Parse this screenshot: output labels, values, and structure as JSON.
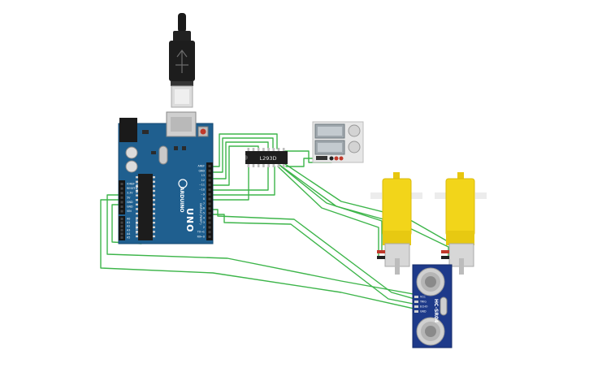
{
  "colors": {
    "board": "#1f5f8f",
    "board_dark": "#184e76",
    "wire": "#3db54a",
    "motor": "#f2d51a",
    "sensor": "#1e3a8a",
    "supply": "#e6e6e6"
  },
  "arduino": {
    "brand": "ARDUINO",
    "model": "UNO",
    "power_labels": [
      "IOREF",
      "RESET",
      "3.3V",
      "5V",
      "GND",
      "GND",
      "VIN"
    ],
    "analog_labels": [
      "A0",
      "A1",
      "A2",
      "A3",
      "A4",
      "A5"
    ],
    "digital_labels": [
      "AREF",
      "GND",
      "13",
      "12",
      "~11",
      "~10",
      "~9",
      "8",
      "7",
      "~6",
      "~5",
      "4",
      "~3",
      "2",
      "TX→1",
      "RX←0"
    ],
    "section_power": "POWER",
    "section_analog": "ANALOG IN",
    "section_digital": "DIGITAL (PWM~)"
  },
  "driver": {
    "label": "L293D"
  },
  "sensor": {
    "model": "HC-SR04",
    "pin_labels": [
      "VCC",
      "TRIG",
      "ECHO",
      "GND"
    ]
  },
  "icons": {
    "usb": "usb-cable-icon",
    "supply": "power-supply-icon",
    "motor": "dc-gear-motor-icon"
  }
}
